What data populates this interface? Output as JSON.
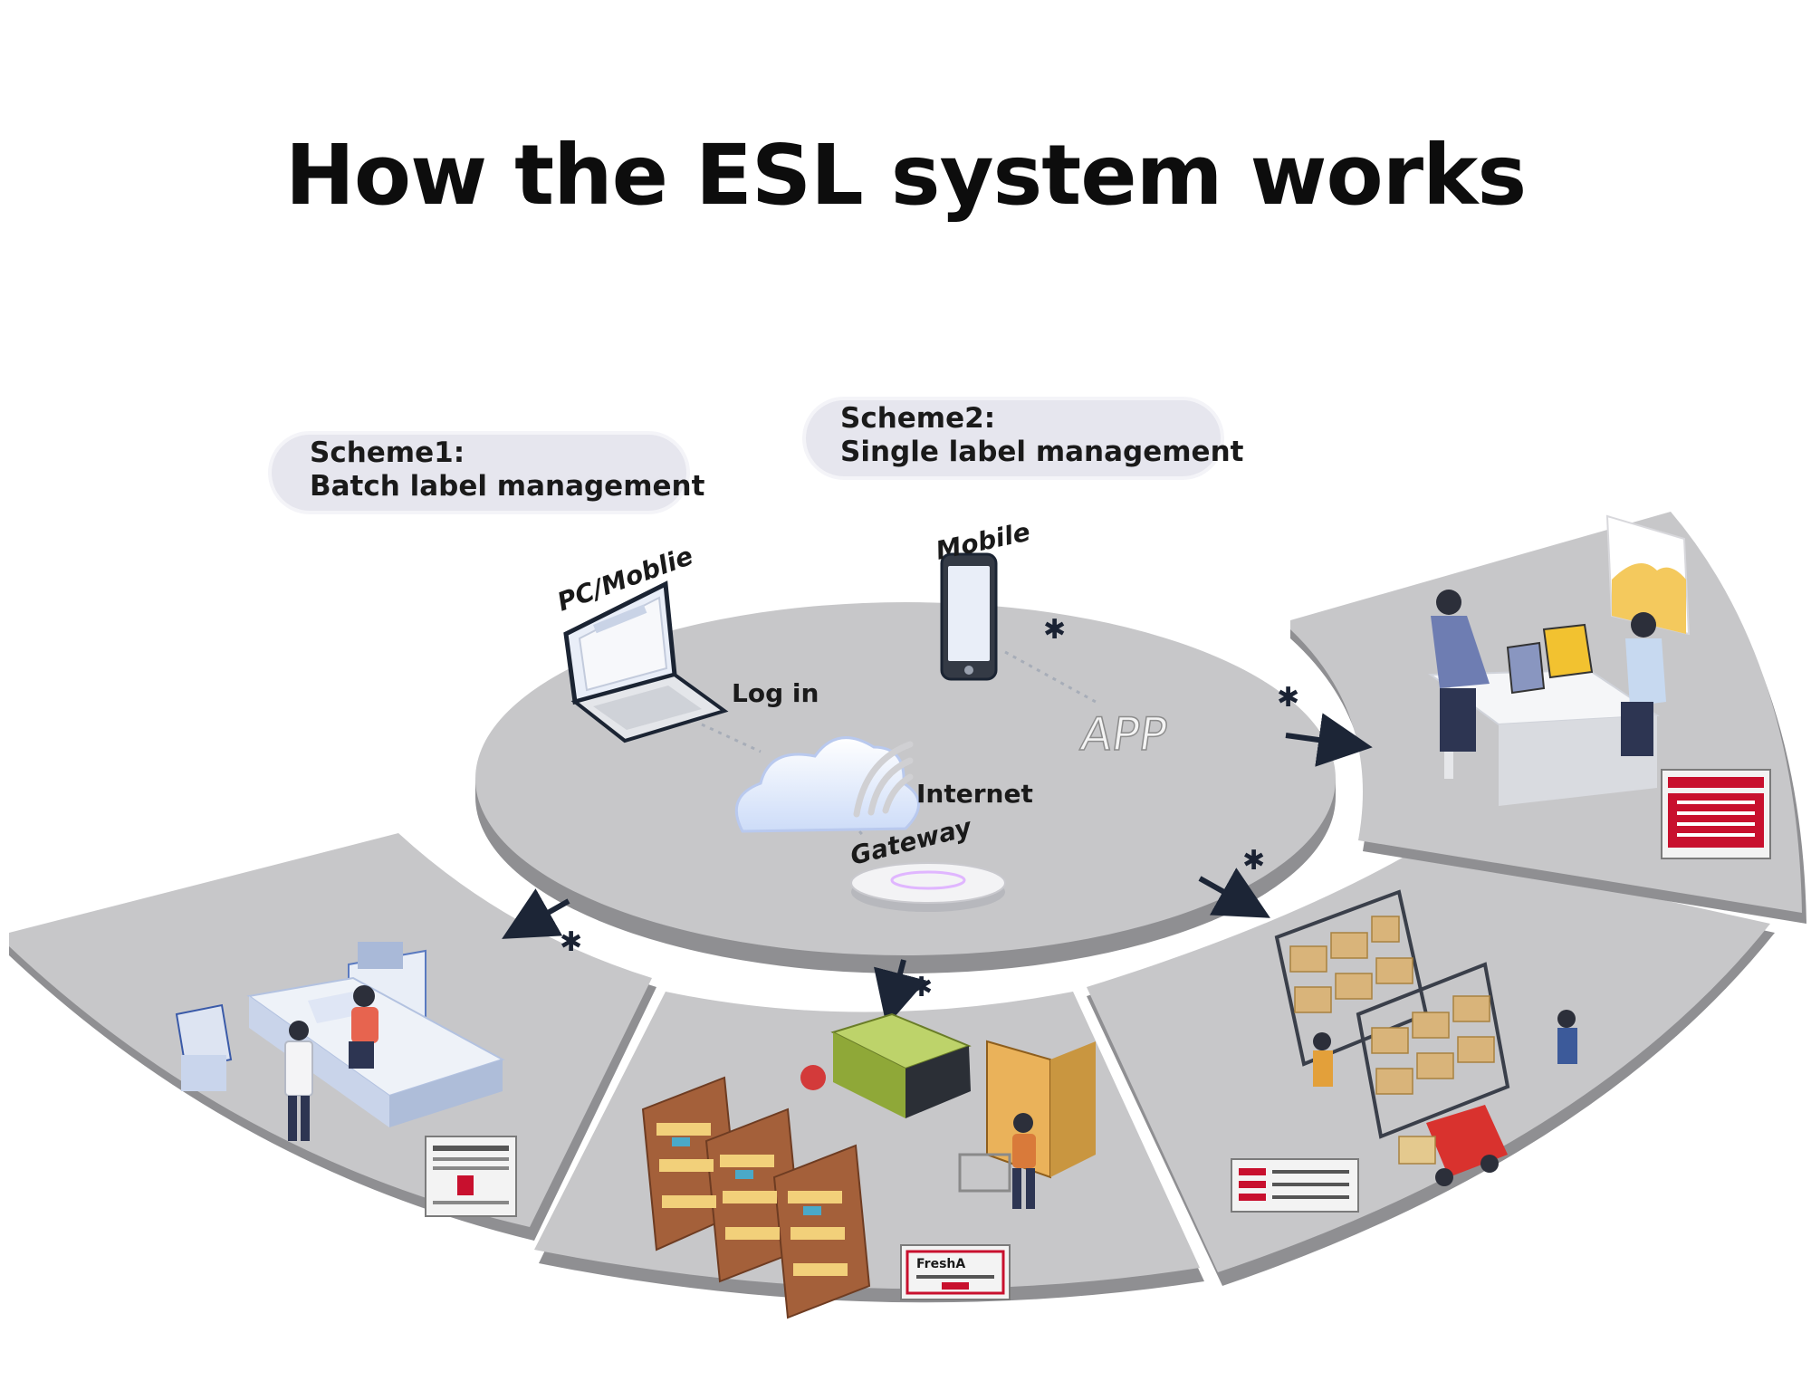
{
  "title": "How the ESL system works",
  "schemes": [
    {
      "line1": "Scheme1:",
      "line2": "Batch label management"
    },
    {
      "line1": "Scheme2:",
      "line2": "Single label management"
    }
  ],
  "hub_labels": {
    "pc": "PC/Moblie",
    "mobile": "Mobile",
    "login": "Log in",
    "app": "APP",
    "internet": "Internet",
    "gateway": "Gateway"
  },
  "label_texts": {
    "supermarket_tag": "FreshA"
  },
  "icons": [
    "bluetooth-icon",
    "cloud-icon",
    "wifi-icon",
    "laptop-icon",
    "phone-icon",
    "gateway-icon"
  ],
  "colors": {
    "platform_top": "#c7c7c9",
    "platform_side": "#8f8f92",
    "pill": "#e6e6ee",
    "arrow": "#1c2536",
    "shelf_wood": "#a4603a",
    "label_red": "#c8102e",
    "cloud": "#dfe9fb"
  }
}
